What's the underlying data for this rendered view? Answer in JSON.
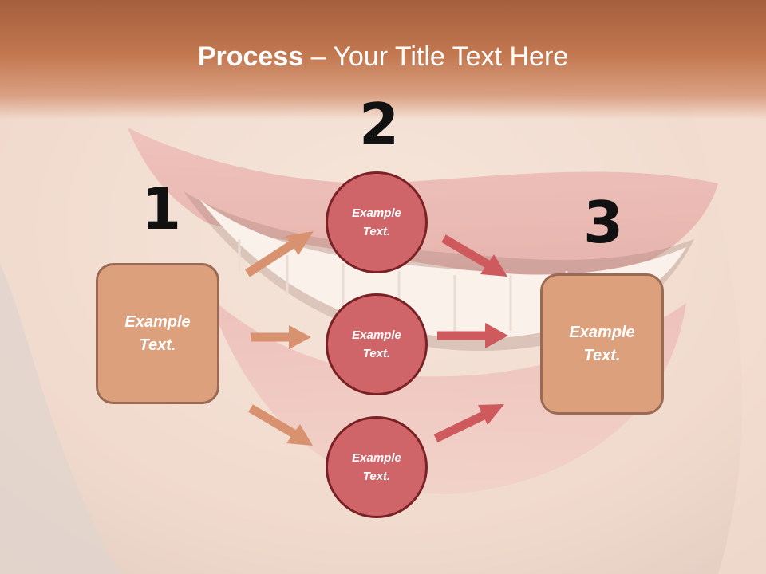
{
  "title": {
    "bold": "Process",
    "rest": " – Your Title Text Here"
  },
  "steps": {
    "one": "1",
    "two": "2",
    "three": "3"
  },
  "boxes": {
    "left": {
      "line1": "Example",
      "line2": "Text."
    },
    "right": {
      "line1": "Example",
      "line2": "Text."
    }
  },
  "circles": [
    {
      "line1": "Example",
      "line2": "Text."
    },
    {
      "line1": "Example",
      "line2": "Text."
    },
    {
      "line1": "Example",
      "line2": "Text."
    }
  ],
  "colors": {
    "box_fill": "#dda07d",
    "circle_fill": "#cf6568",
    "arrow_left": "#d9926f",
    "arrow_right": "#cf5a5e",
    "title_band": "#c2774f"
  }
}
